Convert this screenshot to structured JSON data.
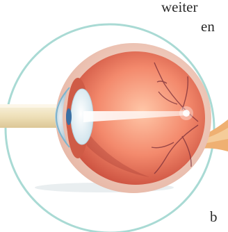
{
  "text_fragments": {
    "top": "weiter",
    "middle": "en",
    "bottom": "b"
  },
  "figure": {
    "subject": "eye-cross-section-illustration",
    "colors": {
      "circle_border": "#a9dad4",
      "sclera": "#f0cdbf",
      "retina": "#e06b55",
      "lens": "#dfeef4",
      "iris": "#4a7fb2",
      "light_beam": "#f2ead2",
      "optic_nerve": "#f0b070"
    }
  }
}
